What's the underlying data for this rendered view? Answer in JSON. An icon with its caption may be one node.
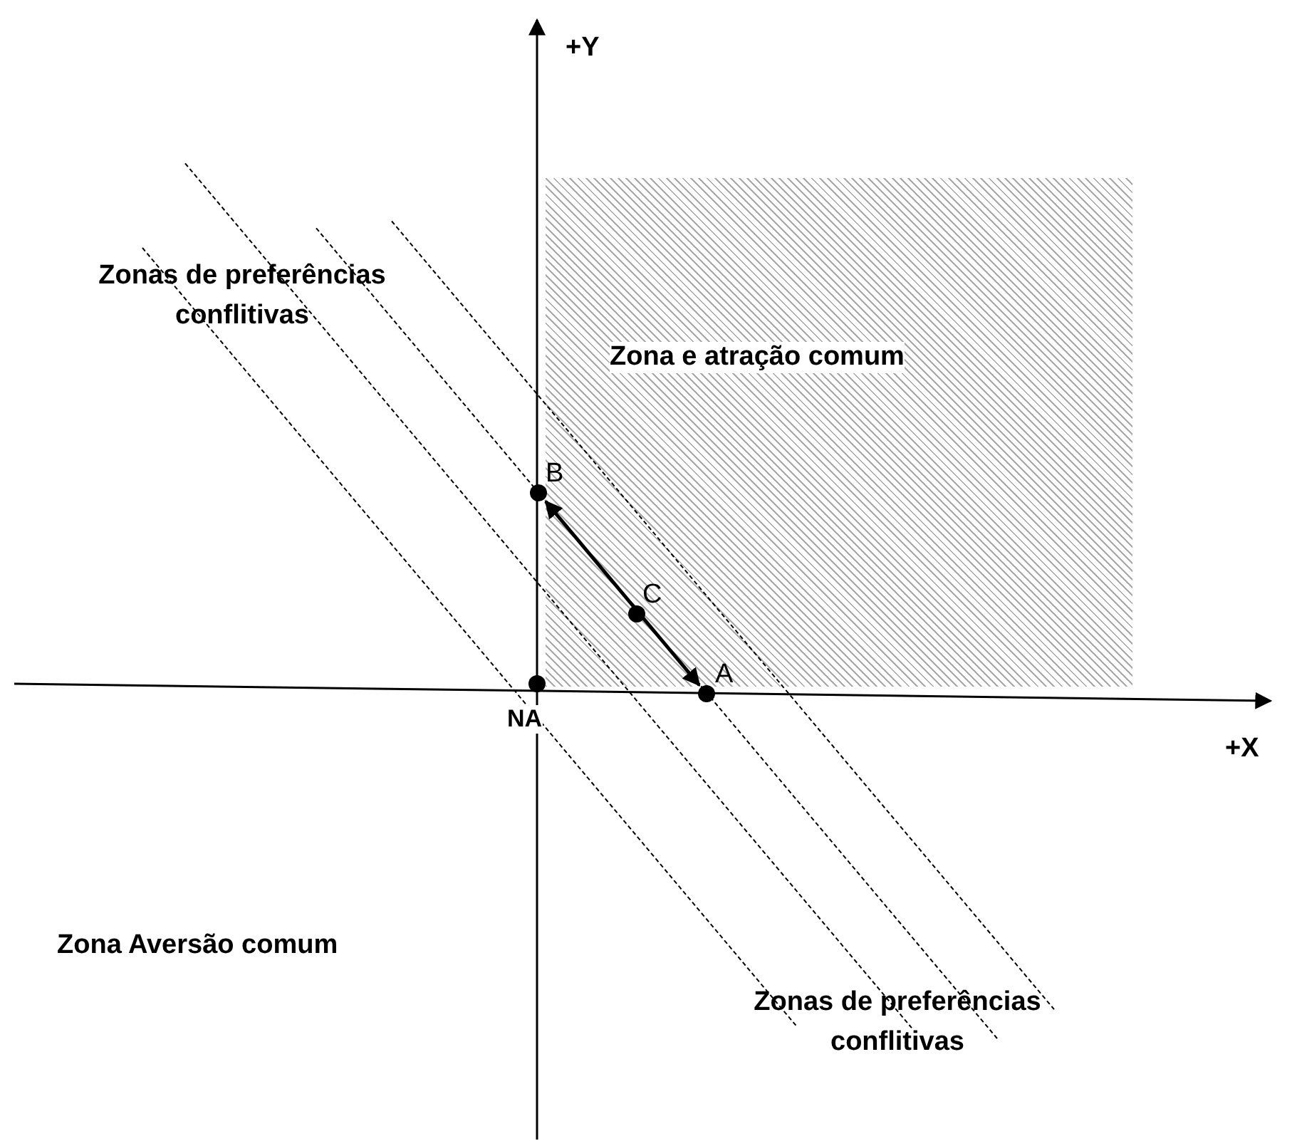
{
  "diagram": {
    "nodes": [
      {
        "text": [
          "Zona e atração comum"
        ]
      },
      {
        "text": [
          "B"
        ]
      },
      {
        "text": [
          "C"
        ],
        "in": 0
      },
      {
        "text": [
          "A"
        ]
      },
      {
        "text": [
          "NA"
        ]
      }
    ],
    "edges": [
      {
        "from": 1,
        "to": 3,
        "arrow": "both"
      }
    ],
    "labels": [
      "+Y",
      "Zonas de preferências conflitivas",
      "+X",
      "Zona Aversão comum",
      "Zonas de preferências conflitivas"
    ]
  }
}
